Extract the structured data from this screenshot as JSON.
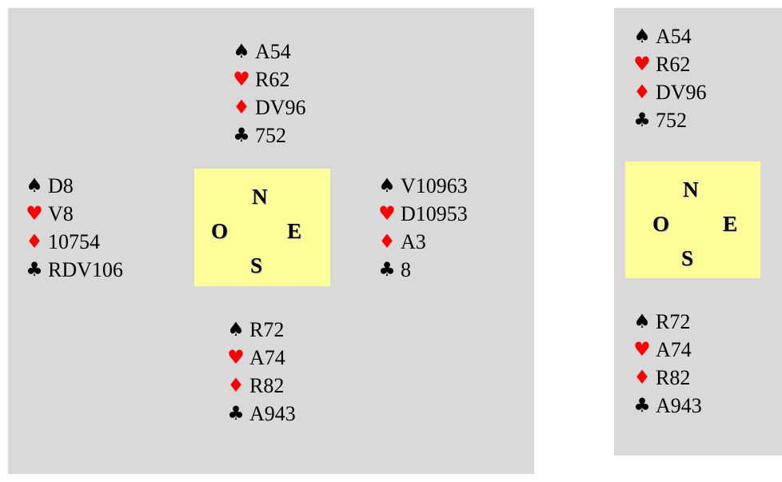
{
  "suits": {
    "spade": "♠",
    "heart": "♥",
    "diamond": "♦",
    "club": "♣"
  },
  "colors": {
    "panel": "#d9d9d9",
    "compass": "#ffff99",
    "red_suit": "#ff0000",
    "black_suit": "#000000"
  },
  "compass": {
    "north": "N",
    "west": "O",
    "east": "E",
    "south": "S"
  },
  "deal": {
    "north": {
      "spades": "A54",
      "hearts": "R62",
      "diamonds": "DV96",
      "clubs": "752"
    },
    "west": {
      "spades": "D8",
      "hearts": "V8",
      "diamonds": "10754",
      "clubs": "RDV106"
    },
    "east": {
      "spades": "V10963",
      "hearts": "D10953",
      "diamonds": "A3",
      "clubs": "8"
    },
    "south": {
      "spades": "R72",
      "hearts": "A74",
      "diamonds": "R82",
      "clubs": "A943"
    }
  },
  "partial": {
    "north": {
      "spades": "A54",
      "hearts": "R62",
      "diamonds": "DV96",
      "clubs": "752"
    },
    "south": {
      "spades": "R72",
      "hearts": "A74",
      "diamonds": "R82",
      "clubs": "A943"
    }
  }
}
